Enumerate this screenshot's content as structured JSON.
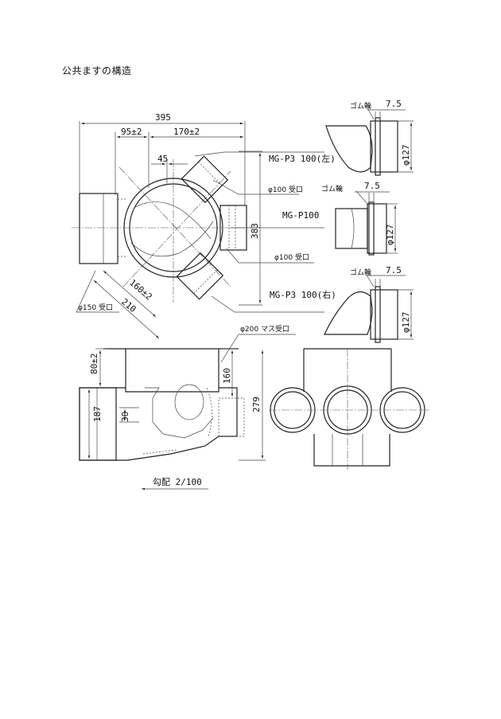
{
  "title": "公共ますの構造",
  "plan_view": {
    "dim_total": "395",
    "dim_a": "95±2",
    "dim_b": "170±2",
    "dim_45": "45",
    "dim_383": "383",
    "dim_160": "160±2",
    "dim_210": "210",
    "label_inlet_150": "φ150 受口",
    "label_inlet_100_top": "φ100 受口",
    "label_inlet_100_bottom": "φ100 受口",
    "label_mg_p3_left": "MG-P3 100(左)",
    "label_mg_p100": "MG-P100",
    "label_mg_p3_right": "MG-P3 100(右)"
  },
  "fittings": [
    {
      "ring_label": "ゴム輪",
      "dim_gap": "7.5",
      "dim_dia": "φ127"
    },
    {
      "ring_label": "ゴム輪",
      "dim_gap": "7.5",
      "dim_dia": "φ127"
    },
    {
      "ring_label": "ゴム輪",
      "dim_gap": "7.5",
      "dim_dia": "φ127"
    }
  ],
  "section_view": {
    "dim_80": "80±2",
    "dim_160": "160",
    "dim_279": "279",
    "dim_187": "187",
    "dim_30": "30",
    "label_200": "φ200 マス受口",
    "slope": "勾配 2/100"
  }
}
